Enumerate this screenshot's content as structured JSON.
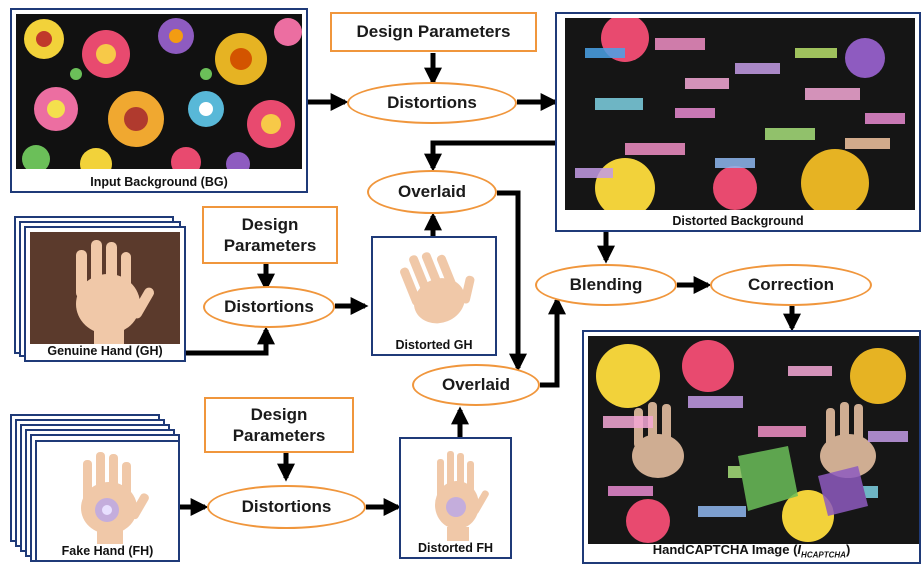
{
  "images": {
    "input_background": "Input Background (BG)",
    "distorted_background": "Distorted Background",
    "genuine_hand": "Genuine Hand (GH)",
    "distorted_gh": "Distorted GH",
    "fake_hand": "Fake Hand (FH)",
    "distorted_fh": "Distorted FH",
    "handcaptcha_main": "HandCAPTCHA Image (",
    "handcaptcha_symbol": "I",
    "handcaptcha_sub": "HCAPTCHA",
    "handcaptcha_close": ")"
  },
  "boxes": {
    "design_parameters_top": "Design Parameters",
    "design_parameters_mid": "Design Parameters",
    "design_parameters_bottom": "Design Parameters"
  },
  "ovals": {
    "distortions_top": "Distortions",
    "distortions_mid": "Distortions",
    "distortions_bottom": "Distortions",
    "overlaid_top": "Overlaid",
    "overlaid_bottom": "Overlaid",
    "blending": "Blending",
    "correction": "Correction"
  },
  "colors": {
    "box_border": "#f0963c",
    "frame_border": "#1f3a78",
    "arrow": "#000000"
  }
}
